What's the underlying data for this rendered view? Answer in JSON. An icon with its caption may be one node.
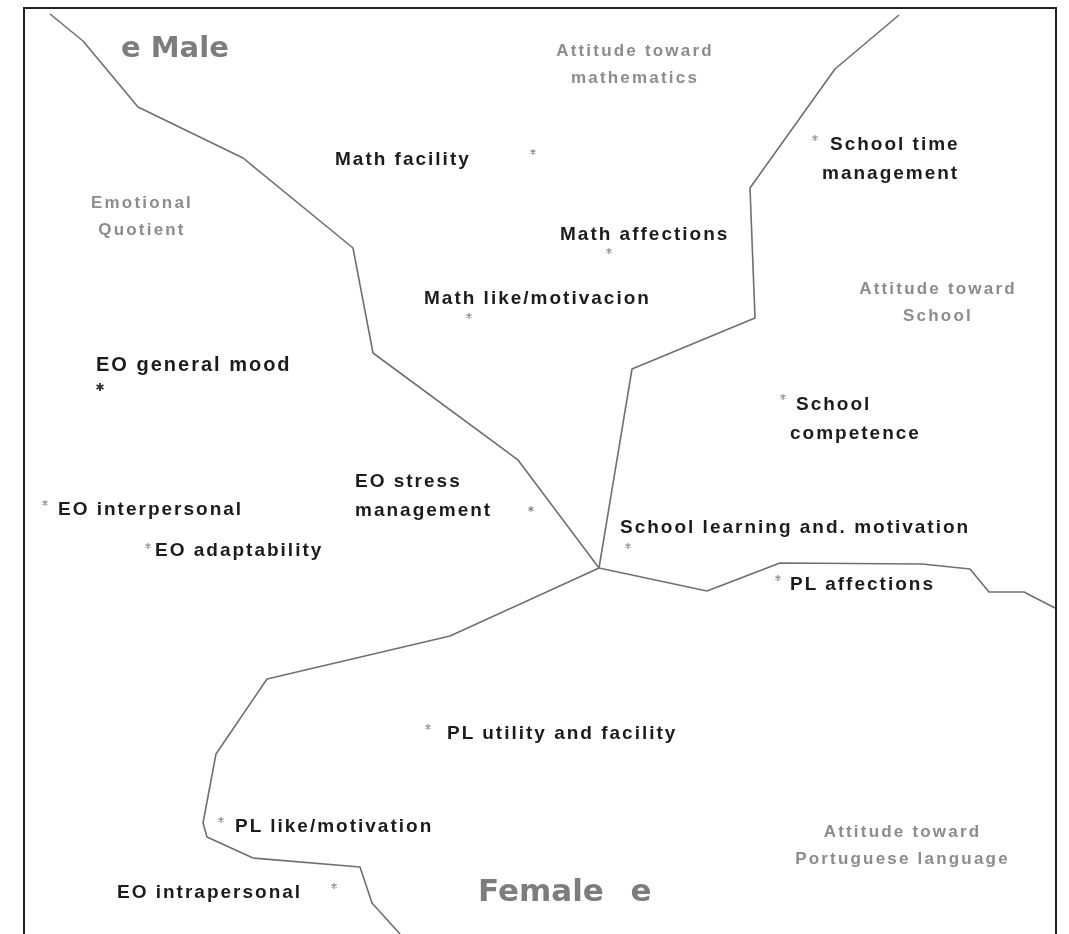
{
  "diagram": {
    "labels": [
      "e Male",
      "Attitude toward mathematics",
      "School time management",
      "Math facility",
      "Emotional Quotient",
      "Math affections",
      "Math like/motivacion",
      "Attitude toward School",
      "EO general mood",
      "School competence",
      "EO stress management",
      "EO interpersonal",
      "School learning and. motivation",
      "EO adaptability",
      "PL affections",
      "PL utility and facility",
      "PL like/motivation",
      "Attitude toward Portuguese language",
      "EO intrapersonal",
      "Female e"
    ]
  }
}
